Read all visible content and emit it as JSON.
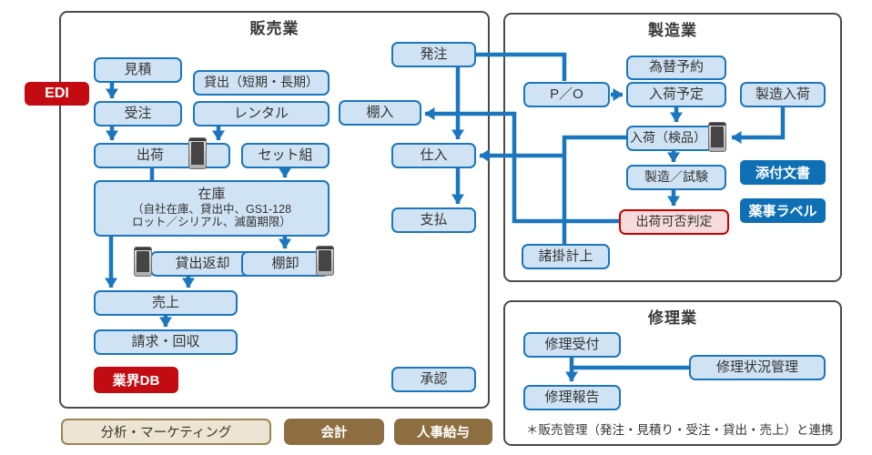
{
  "sections": {
    "sales": {
      "title": "販売業"
    },
    "manufacturing": {
      "title": "製造業"
    },
    "repair": {
      "title": "修理業",
      "note": "＊販売管理（発注・見積り・受注・貸出・売上）と連携"
    }
  },
  "nodes": {
    "quote": {
      "label": "見積"
    },
    "loan": {
      "label": "貸出（短期・長期）"
    },
    "order_received": {
      "label": "受注"
    },
    "rental": {
      "label": "レンタル"
    },
    "shipping": {
      "label": "出荷"
    },
    "set_assembly": {
      "label": "セット組"
    },
    "inventory": {
      "label": "在庫",
      "sub1": "（自社在庫、貸出中、GS1-128",
      "sub2": "ロット／シリアル、滅菌期限）"
    },
    "loan_return": {
      "label": "貸出返却"
    },
    "stocktake": {
      "label": "棚卸"
    },
    "sales_amount": {
      "label": "売上"
    },
    "billing_collection": {
      "label": "請求・回収"
    },
    "ordering": {
      "label": "発注"
    },
    "shelving": {
      "label": "棚入"
    },
    "purchase": {
      "label": "仕入"
    },
    "payment": {
      "label": "支払"
    },
    "approval": {
      "label": "承認"
    },
    "po": {
      "label": "P／O"
    },
    "exchange_reserve": {
      "label": "為替予約"
    },
    "arrival_schedule": {
      "label": "入荷予定"
    },
    "mfg_arrival": {
      "label": "製造入荷"
    },
    "arrival_inspection": {
      "label": "入荷（検品）"
    },
    "mfg_testing": {
      "label": "製造／試験"
    },
    "ship_judgement": {
      "label": "出荷可否判定"
    },
    "expense_recording": {
      "label": "諸掛計上"
    },
    "repair_reception": {
      "label": "修理受付"
    },
    "repair_status": {
      "label": "修理状況管理"
    },
    "repair_report": {
      "label": "修理報告"
    }
  },
  "badges": {
    "edi": "EDI",
    "industry_db": "業界DB",
    "package_insert": "添付文書",
    "pharma_label": "薬事ラベル"
  },
  "footer": {
    "analytics": "分析・マーケティング",
    "accounting": "会計",
    "hr_payroll": "人事給与"
  },
  "edges": [
    [
      "quote",
      "order_received"
    ],
    [
      "order_received",
      "shipping"
    ],
    [
      "rental",
      "shipping"
    ],
    [
      "shipping",
      "inventory"
    ],
    [
      "set_assembly",
      "inventory"
    ],
    [
      "inventory",
      "sales_amount"
    ],
    [
      "inventory",
      "stocktake"
    ],
    [
      "loan_return",
      "sales_amount"
    ],
    [
      "sales_amount",
      "billing_collection"
    ],
    [
      "ordering",
      "purchase"
    ],
    [
      "purchase",
      "payment"
    ],
    [
      "ordering",
      "po"
    ],
    [
      "po",
      "arrival_schedule"
    ],
    [
      "arrival_schedule",
      "arrival_inspection"
    ],
    [
      "mfg_arrival",
      "arrival_inspection"
    ],
    [
      "arrival_inspection",
      "mfg_testing"
    ],
    [
      "mfg_testing",
      "ship_judgement"
    ],
    [
      "ship_judgement",
      "shelving"
    ],
    [
      "arrival_inspection",
      "purchase"
    ],
    [
      "arrival_inspection",
      "expense_recording"
    ],
    [
      "repair_reception",
      "repair_report"
    ],
    [
      "repair_status",
      "repair_report"
    ]
  ],
  "colors": {
    "process_fill": "#cfe3f4",
    "process_border": "#1b76bd",
    "arrow": "#1b76bd",
    "container_border": "#4a4a4a",
    "red_badge": "#c30b12",
    "blue_badge": "#0e6fb5",
    "pink_fill": "#f7dbdc",
    "pink_border": "#cc0000",
    "beige_fill": "#ece5d3",
    "beige_border": "#9c8352",
    "brown_fill": "#8c6e41",
    "text": "#333333"
  }
}
